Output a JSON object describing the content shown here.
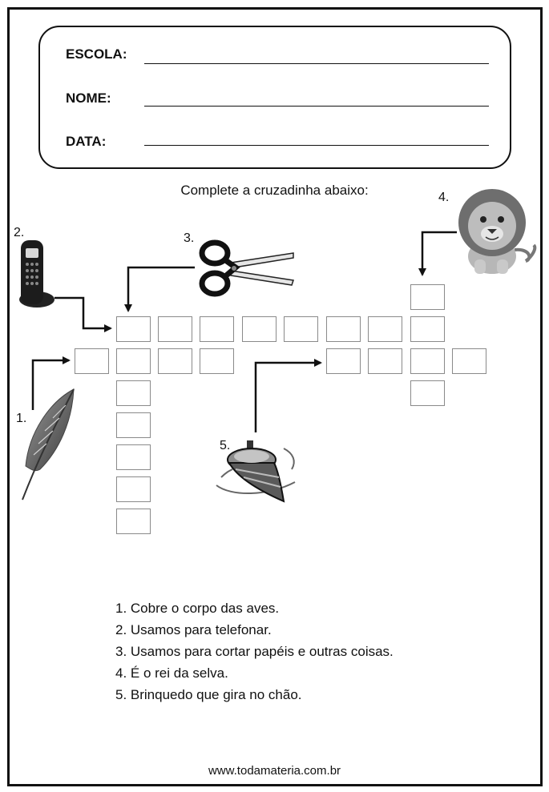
{
  "header": {
    "school_label": "ESCOLA:",
    "name_label": "NOME:",
    "date_label": "DATA:"
  },
  "instruction": "Complete a cruzadinha abaixo:",
  "pictures": [
    {
      "number": "1.",
      "icon": "feather-icon"
    },
    {
      "number": "2.",
      "icon": "cordless-phone-icon"
    },
    {
      "number": "3.",
      "icon": "scissors-icon"
    },
    {
      "number": "4.",
      "icon": "lion-icon"
    },
    {
      "number": "5.",
      "icon": "spinning-top-icon"
    }
  ],
  "clues": [
    "1. Cobre o corpo das aves.",
    "2. Usamos para telefonar.",
    "3. Usamos para cortar papéis e outras coisas.",
    "4. É o rei da selva.",
    "5. Brinquedo que gira no chão."
  ],
  "footer": "www.todamateria.com.br",
  "colors": {
    "ink": "#111111",
    "cell_border": "#8a8a8a"
  }
}
